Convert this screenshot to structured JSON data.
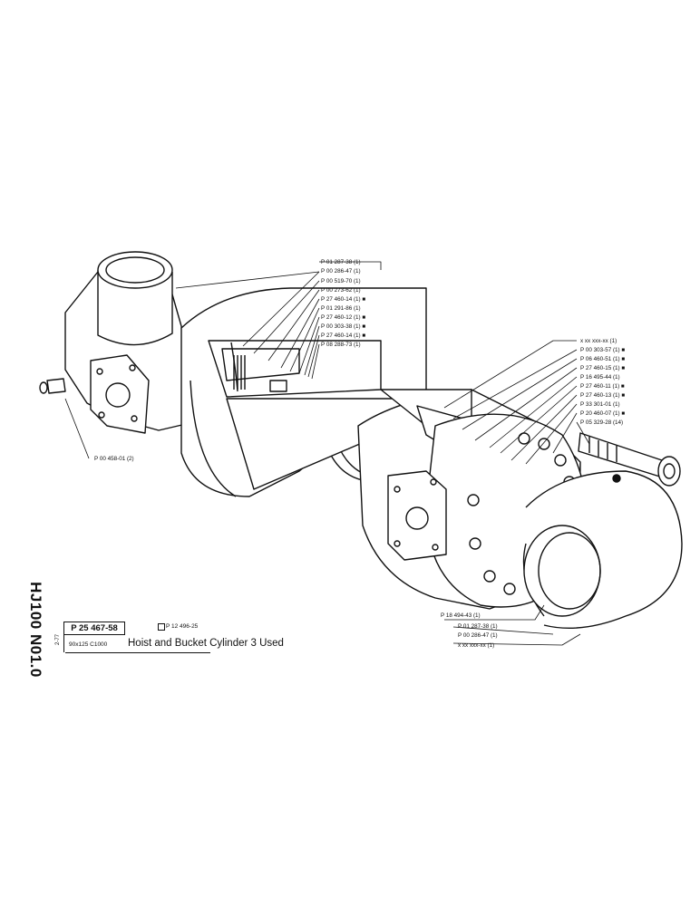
{
  "sheet": {
    "side_code": "HJ100 N01.0",
    "part_number": "P 25 467-58",
    "alt_part_number": "P 12 496-25",
    "revision": "2-77",
    "spec": "90x125  C1000",
    "title": "Hoist and Bucket Cylinder 3 Used"
  },
  "callouts": {
    "top": [
      "P 01 287-38 (1)",
      "P 00 286-47 (1)",
      "P 00 519-70 (1)",
      "P 00 273-62 (1)",
      "P 27 460-14 (1) ■",
      "P 01 291-86 (1)",
      "P 27 460-12 (1) ■",
      "P 00 303-38 (1) ■",
      "P 27 460-14 (1) ■",
      "P 08 288-73 (1)"
    ],
    "right": [
      "x xx xxx-xx (1)",
      "P 00 303-57 (1) ■",
      "P 06 460-51 (1) ■",
      "P 27 460-15 (1) ■",
      "P 16 495-44 (1)",
      "P 27 460-11 (1) ■",
      "P 27 460-13 (1) ■",
      "P 33 301-01 (1)",
      "P 20 460-07 (1) ■",
      "P 05 329-28 (14)"
    ],
    "left": "P 00 458-01 (2)",
    "bottom": [
      "P 18 494-43 (1)",
      "P 01 287-38 (1)",
      "P 00 286-47 (1)",
      "x xx xxx-xx (1)"
    ]
  }
}
